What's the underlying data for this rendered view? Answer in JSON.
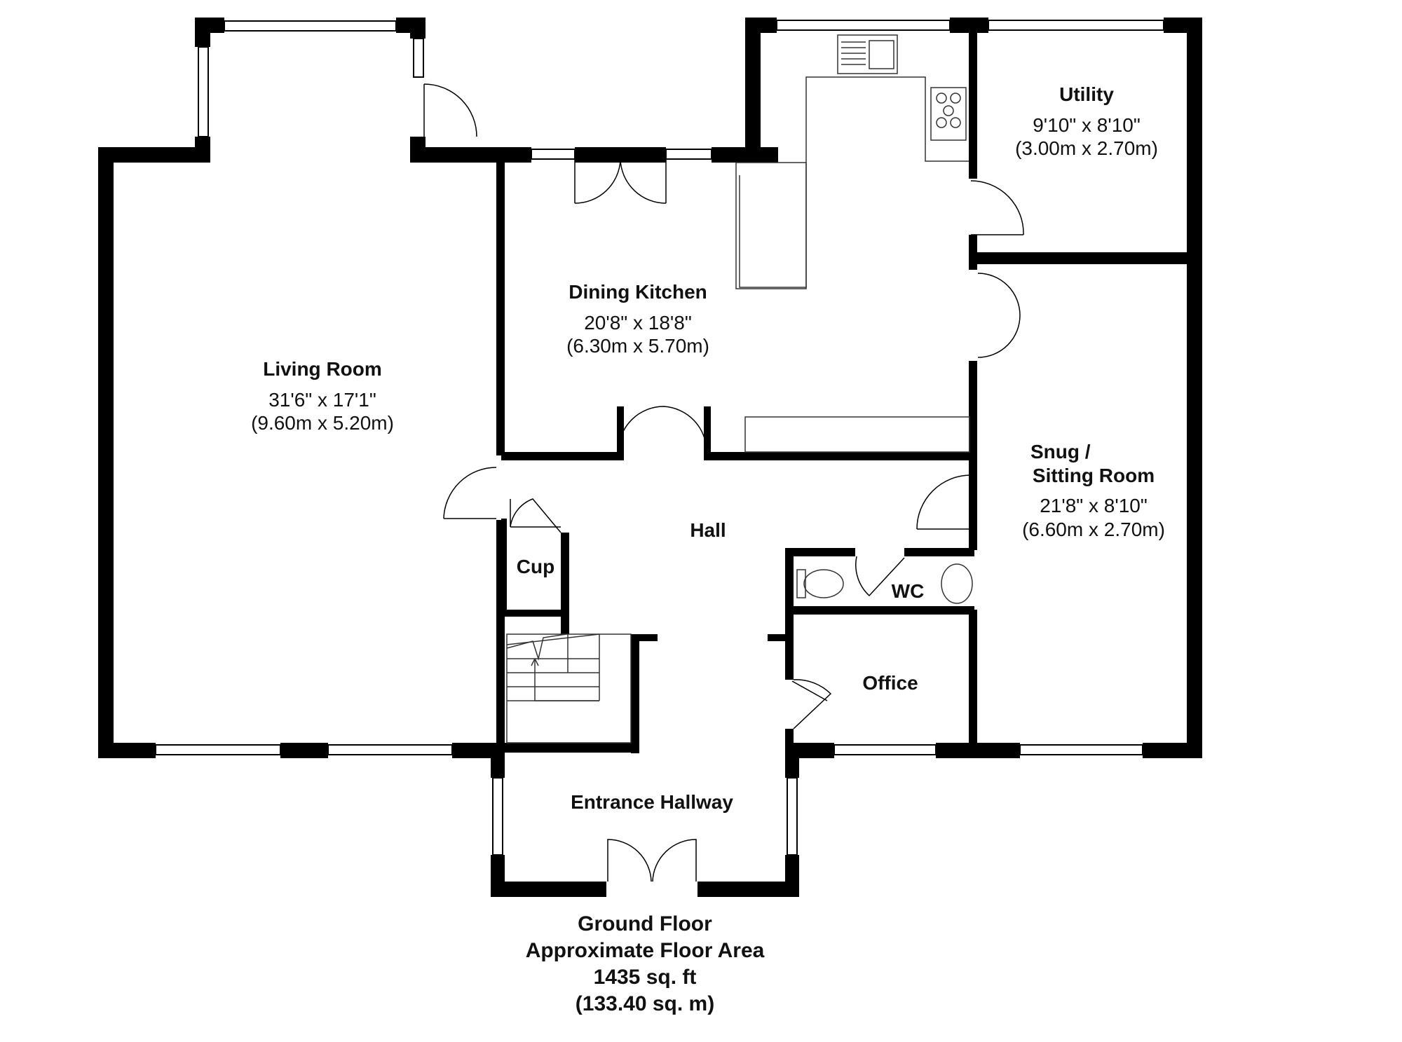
{
  "rooms": {
    "living": {
      "name": "Living Room",
      "dim_imperial": "31'6\" x 17'1\"",
      "dim_metric": "(9.60m x 5.20m)"
    },
    "dining": {
      "name": "Dining Kitchen",
      "dim_imperial": "20'8\" x 18'8\"",
      "dim_metric": "(6.30m x 5.70m)"
    },
    "utility": {
      "name": "Utility",
      "dim_imperial": "9'10\" x 8'10\"",
      "dim_metric": "(3.00m x 2.70m)"
    },
    "snug": {
      "name_line1": "Snug /",
      "name_line2": "Sitting Room",
      "dim_imperial": "21'8\" x 8'10\"",
      "dim_metric": "(6.60m x 2.70m)"
    },
    "hall": {
      "name": "Hall"
    },
    "cup": {
      "name": "Cup"
    },
    "wc": {
      "name": "WC"
    },
    "office": {
      "name": "Office"
    },
    "entrance": {
      "name": "Entrance Hallway"
    }
  },
  "footer": {
    "line1": "Ground Floor",
    "line2": "Approximate Floor Area",
    "line3": "1435 sq. ft",
    "line4": "(133.40 sq. m)"
  },
  "colors": {
    "wall": "#000000",
    "background": "#ffffff",
    "line": "#333333"
  }
}
